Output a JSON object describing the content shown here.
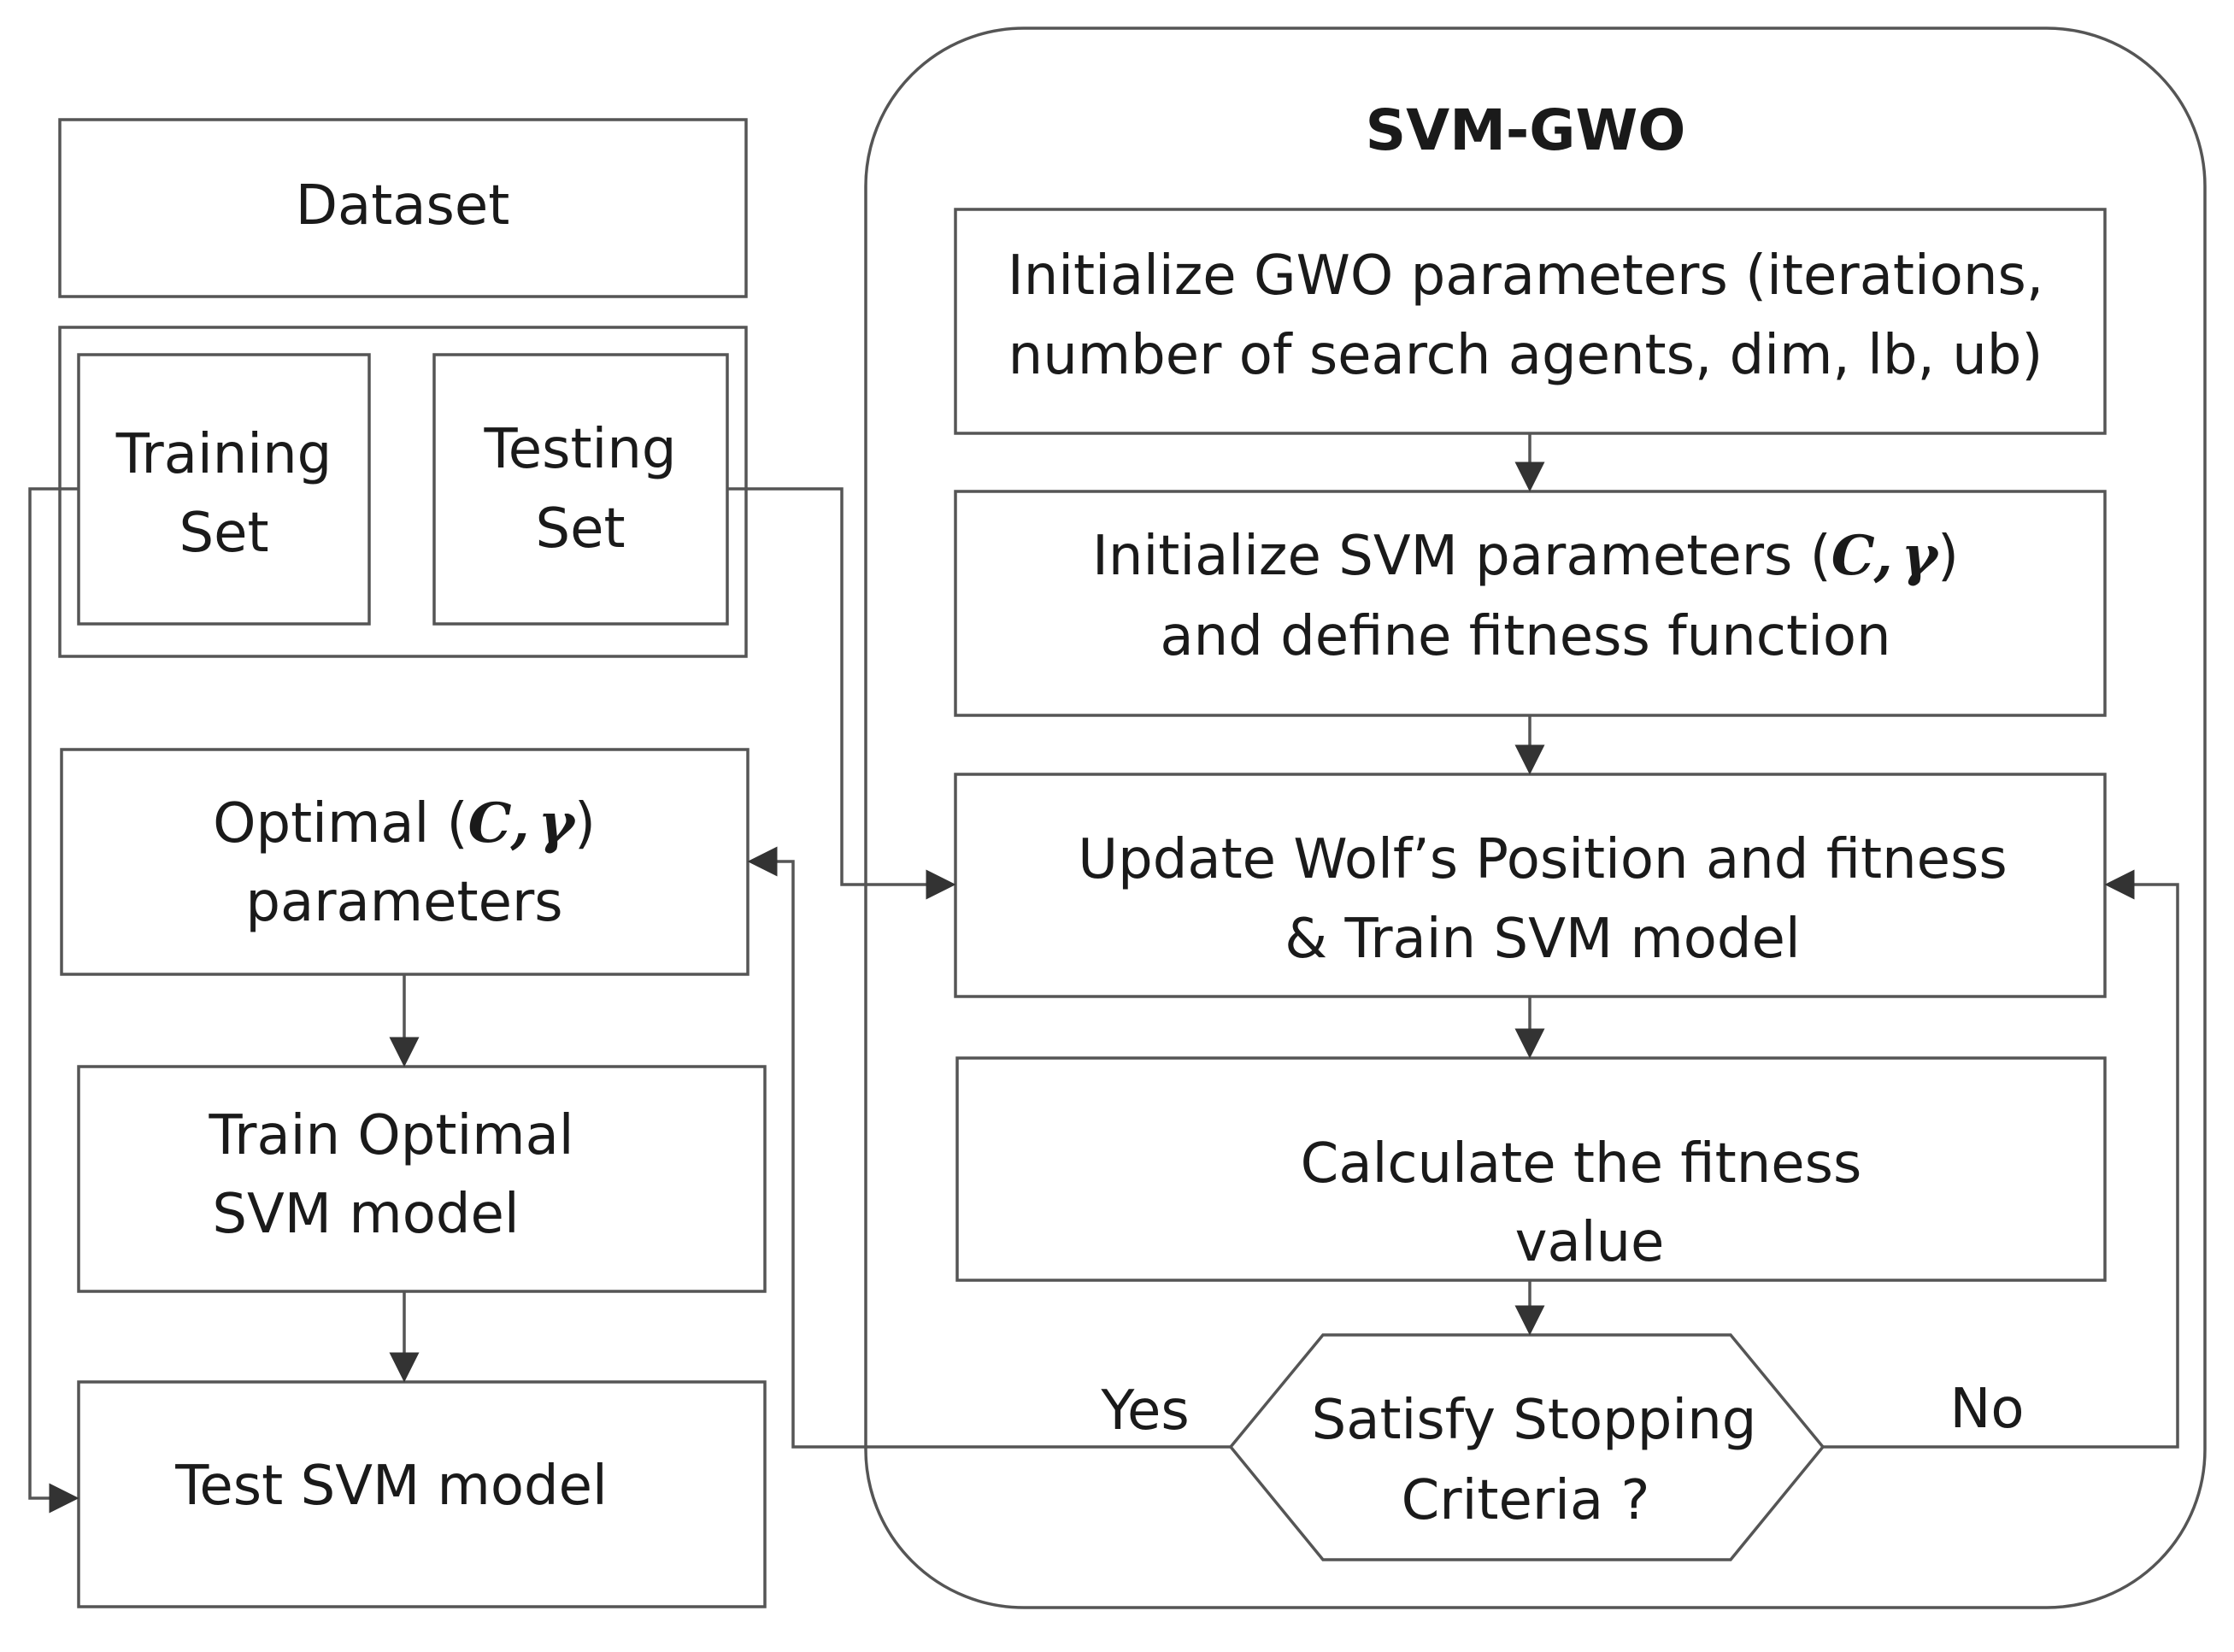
{
  "title": "SVM-GWO",
  "nodes": {
    "dataset": {
      "label": "Dataset"
    },
    "training_set": {
      "line1": "Training",
      "line2": "Set"
    },
    "testing_set": {
      "line1": "Testing",
      "line2": "Set"
    },
    "optimal_params": {
      "pre": "Optimal (",
      "c": "C,",
      "gamma": "γ",
      "post": ")",
      "line2": "parameters"
    },
    "train_optimal": {
      "line1": "Train Optimal",
      "line2": "SVM model"
    },
    "test_svm": {
      "label": "Test SVM model"
    },
    "init_gwo": {
      "line1": "Initialize GWO parameters (iterations,",
      "line2": "number of search agents, dim, lb, ub)"
    },
    "init_svm": {
      "pre": "Initialize SVM parameters (",
      "c": "C,",
      "gamma": "γ",
      "post": ")",
      "line2": "and define fitness function"
    },
    "update_wolf": {
      "line1": "Update Wolf’s Position and fitness",
      "line2": "& Train SVM model"
    },
    "calc_fitness": {
      "line1": "Calculate the fitness",
      "line2": "value"
    },
    "stopping": {
      "line1": "Satisfy Stopping",
      "line2": "Criteria ?"
    }
  },
  "edge_labels": {
    "yes": "Yes",
    "no": "No"
  }
}
